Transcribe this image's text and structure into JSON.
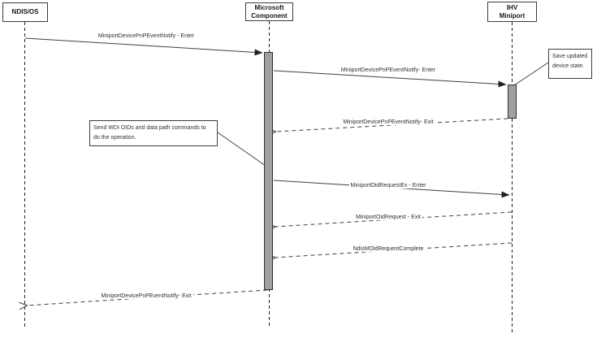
{
  "diagram_type": "sequence-diagram",
  "colors": {
    "background": "#ffffff",
    "line": "#404040",
    "box_border": "#3c3c3c",
    "activation_fill": "#a0a0a0",
    "text": "#303030"
  },
  "actors": [
    {
      "id": "ndis-os",
      "label": "NDIS/OS"
    },
    {
      "id": "microsoft",
      "label": "Microsoft\nComponent"
    },
    {
      "id": "ihv",
      "label": "IHV\nMiniport"
    }
  ],
  "messages": [
    {
      "label": "MiniportDevicePnPEventNotify - Enter",
      "from": "ndis-os",
      "to": "microsoft",
      "line": "solid",
      "arrowhead": "filled"
    },
    {
      "label": "MiniportDevicePnPEventNotify- Enter",
      "from": "microsoft",
      "to": "ihv",
      "line": "solid",
      "arrowhead": "filled"
    },
    {
      "label": "MiniportDevicePnPEventNotify- Exit",
      "from": "ihv",
      "to": "microsoft",
      "line": "dashed",
      "arrowhead": "open"
    },
    {
      "label": "MiniportOidRequestEx - Enter",
      "from": "microsoft",
      "to": "ihv",
      "line": "solid",
      "arrowhead": "filled"
    },
    {
      "label": "MiniportOidRequest - Exit",
      "from": "ihv",
      "to": "microsoft",
      "line": "dashed",
      "arrowhead": "open"
    },
    {
      "label": "NdisMOidRequestComplete",
      "from": "ihv",
      "to": "microsoft",
      "line": "dashed",
      "arrowhead": "open"
    },
    {
      "label": "MiniportDevicePnPEventNotify- Exit",
      "from": "microsoft",
      "to": "ndis-os",
      "line": "dashed",
      "arrowhead": "open"
    }
  ],
  "notes": [
    {
      "text": "Send WDI OIDs and data path commands to do the operation.",
      "attached_to": "microsoft"
    },
    {
      "text": "Save updated device state.",
      "attached_to": "ihv"
    }
  ]
}
